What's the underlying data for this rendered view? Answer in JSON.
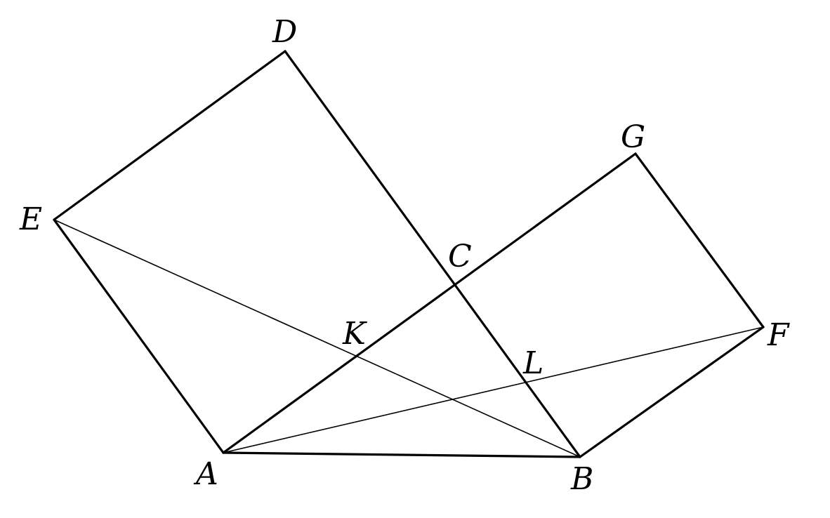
{
  "figure": {
    "labels": {
      "A": "A",
      "B": "B",
      "C": "C",
      "D": "D",
      "E": "E",
      "F": "F",
      "G": "G",
      "K": "K",
      "L": "L"
    }
  }
}
